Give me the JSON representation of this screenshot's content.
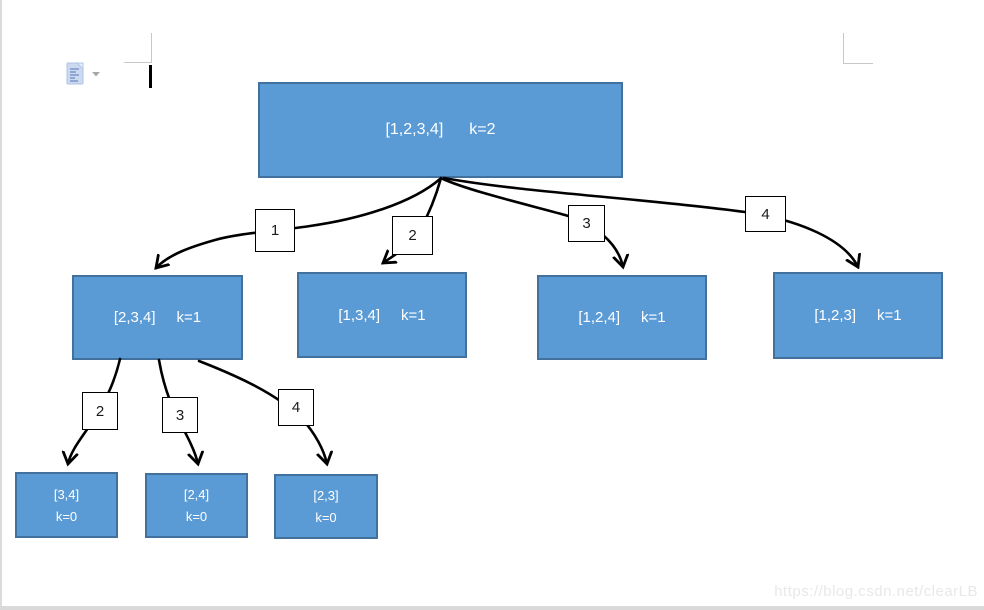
{
  "app": {
    "paste_button_tooltip": "paste-options",
    "watermark": "https://blog.csdn.net/clearLB"
  },
  "colors": {
    "node_fill": "#5b9bd5",
    "node_border": "#41719c",
    "node_text": "#ffffff",
    "edge_stroke": "#000000",
    "edge_label_text": "#1a1a1a"
  },
  "tree": {
    "root": {
      "set": "[1,2,3,4]",
      "k": "k=2"
    },
    "level1": [
      {
        "edge": "1",
        "set": "[2,3,4]",
        "k": "k=1"
      },
      {
        "edge": "2",
        "set": "[1,3,4]",
        "k": "k=1"
      },
      {
        "edge": "3",
        "set": "[1,2,4]",
        "k": "k=1"
      },
      {
        "edge": "4",
        "set": "[1,2,3]",
        "k": "k=1"
      }
    ],
    "level2": [
      {
        "edge": "2",
        "set": "[3,4]",
        "k": "k=0"
      },
      {
        "edge": "3",
        "set": "[2,4]",
        "k": "k=0"
      },
      {
        "edge": "4",
        "set": "[2,3]",
        "k": "k=0"
      }
    ]
  }
}
